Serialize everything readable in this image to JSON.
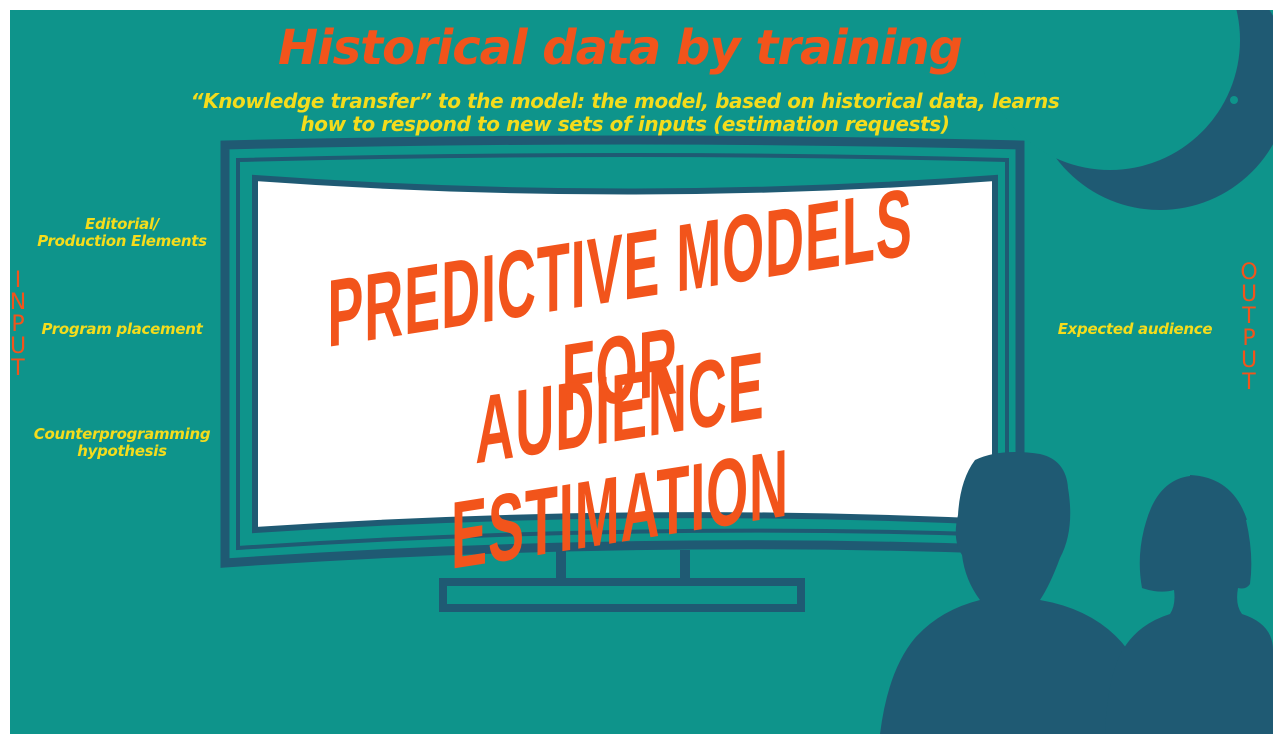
{
  "title": "Historical data by training",
  "subtitle": {
    "line1": "“Knowledge transfer” to the model: the model, based on historical data, learns",
    "line2": "how to respond to new sets of inputs (estimation requests)"
  },
  "screen": {
    "line1": "PREDICTIVE MODELS FOR",
    "line2": "AUDIENCE ESTIMATION"
  },
  "inputs": {
    "side_label": [
      "I",
      "N",
      "P",
      "U",
      "T"
    ],
    "items": [
      {
        "line1": "Editorial/",
        "line2": "Production Elements"
      },
      {
        "line1": "Program placement",
        "line2": ""
      },
      {
        "line1": "Counterprogramming",
        "line2": "hypothesis"
      }
    ]
  },
  "outputs": {
    "side_label": [
      "O",
      "U",
      "T",
      "P",
      "U",
      "T"
    ],
    "items": [
      {
        "line1": "Expected audience"
      }
    ]
  },
  "colors": {
    "background": "#0e948b",
    "accent_orange": "#f2541b",
    "accent_yellow": "#f4dc1c",
    "dark_teal": "#1f5a73",
    "screen": "#ffffff"
  },
  "icons": [
    "crescent-moon-icon",
    "tv-screen-icon",
    "man-silhouette-icon",
    "woman-silhouette-icon"
  ]
}
